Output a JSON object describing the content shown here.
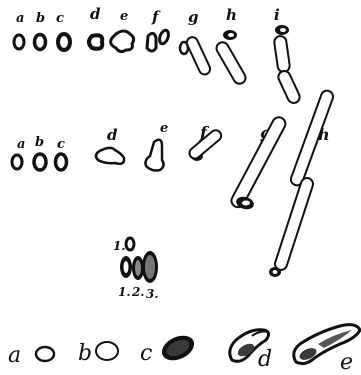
{
  "figure": {
    "row1_labels": [
      "a",
      "b",
      "c",
      "d",
      "e",
      "f",
      "g",
      "h",
      "i"
    ],
    "row2_labels": [
      "a",
      "b",
      "c",
      "d",
      "e",
      "f",
      "g",
      "h"
    ],
    "group3_labels": [
      "1.",
      "2.",
      "3."
    ],
    "group3_label_top": "1.",
    "row4_labels": [
      "a",
      "b",
      "c",
      "d",
      "e"
    ]
  }
}
